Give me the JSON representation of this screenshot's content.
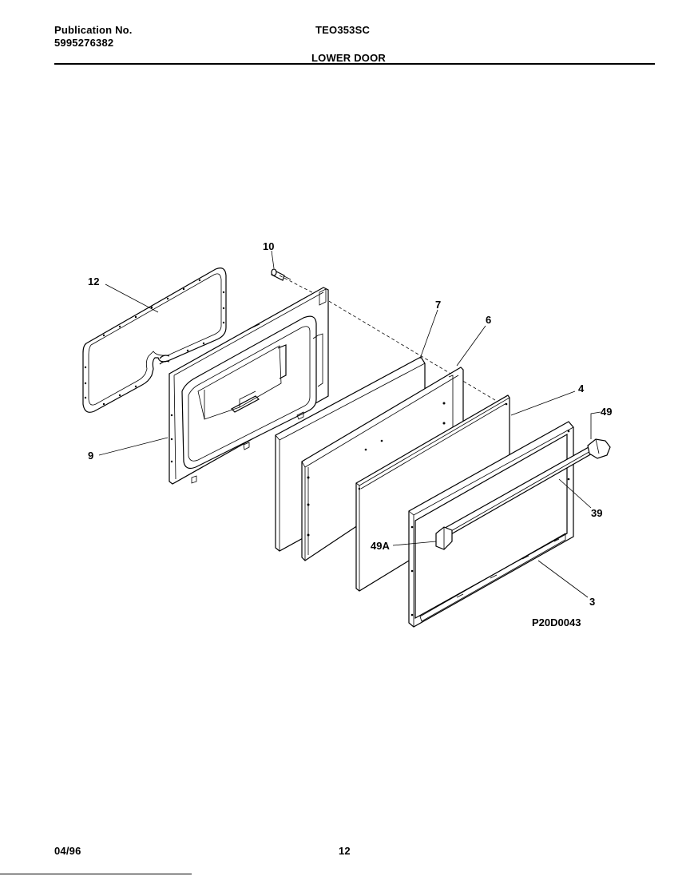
{
  "header": {
    "publication_label": "Publication No.",
    "publication_number": "5995276382",
    "model": "TEO353SC",
    "section_title": "LOWER DOOR"
  },
  "diagram": {
    "callouts": [
      "12",
      "10",
      "7",
      "6",
      "4",
      "49",
      "9",
      "39",
      "49A",
      "3"
    ],
    "figure_code": "P20D0043"
  },
  "footer": {
    "date": "04/96",
    "page": "12"
  }
}
